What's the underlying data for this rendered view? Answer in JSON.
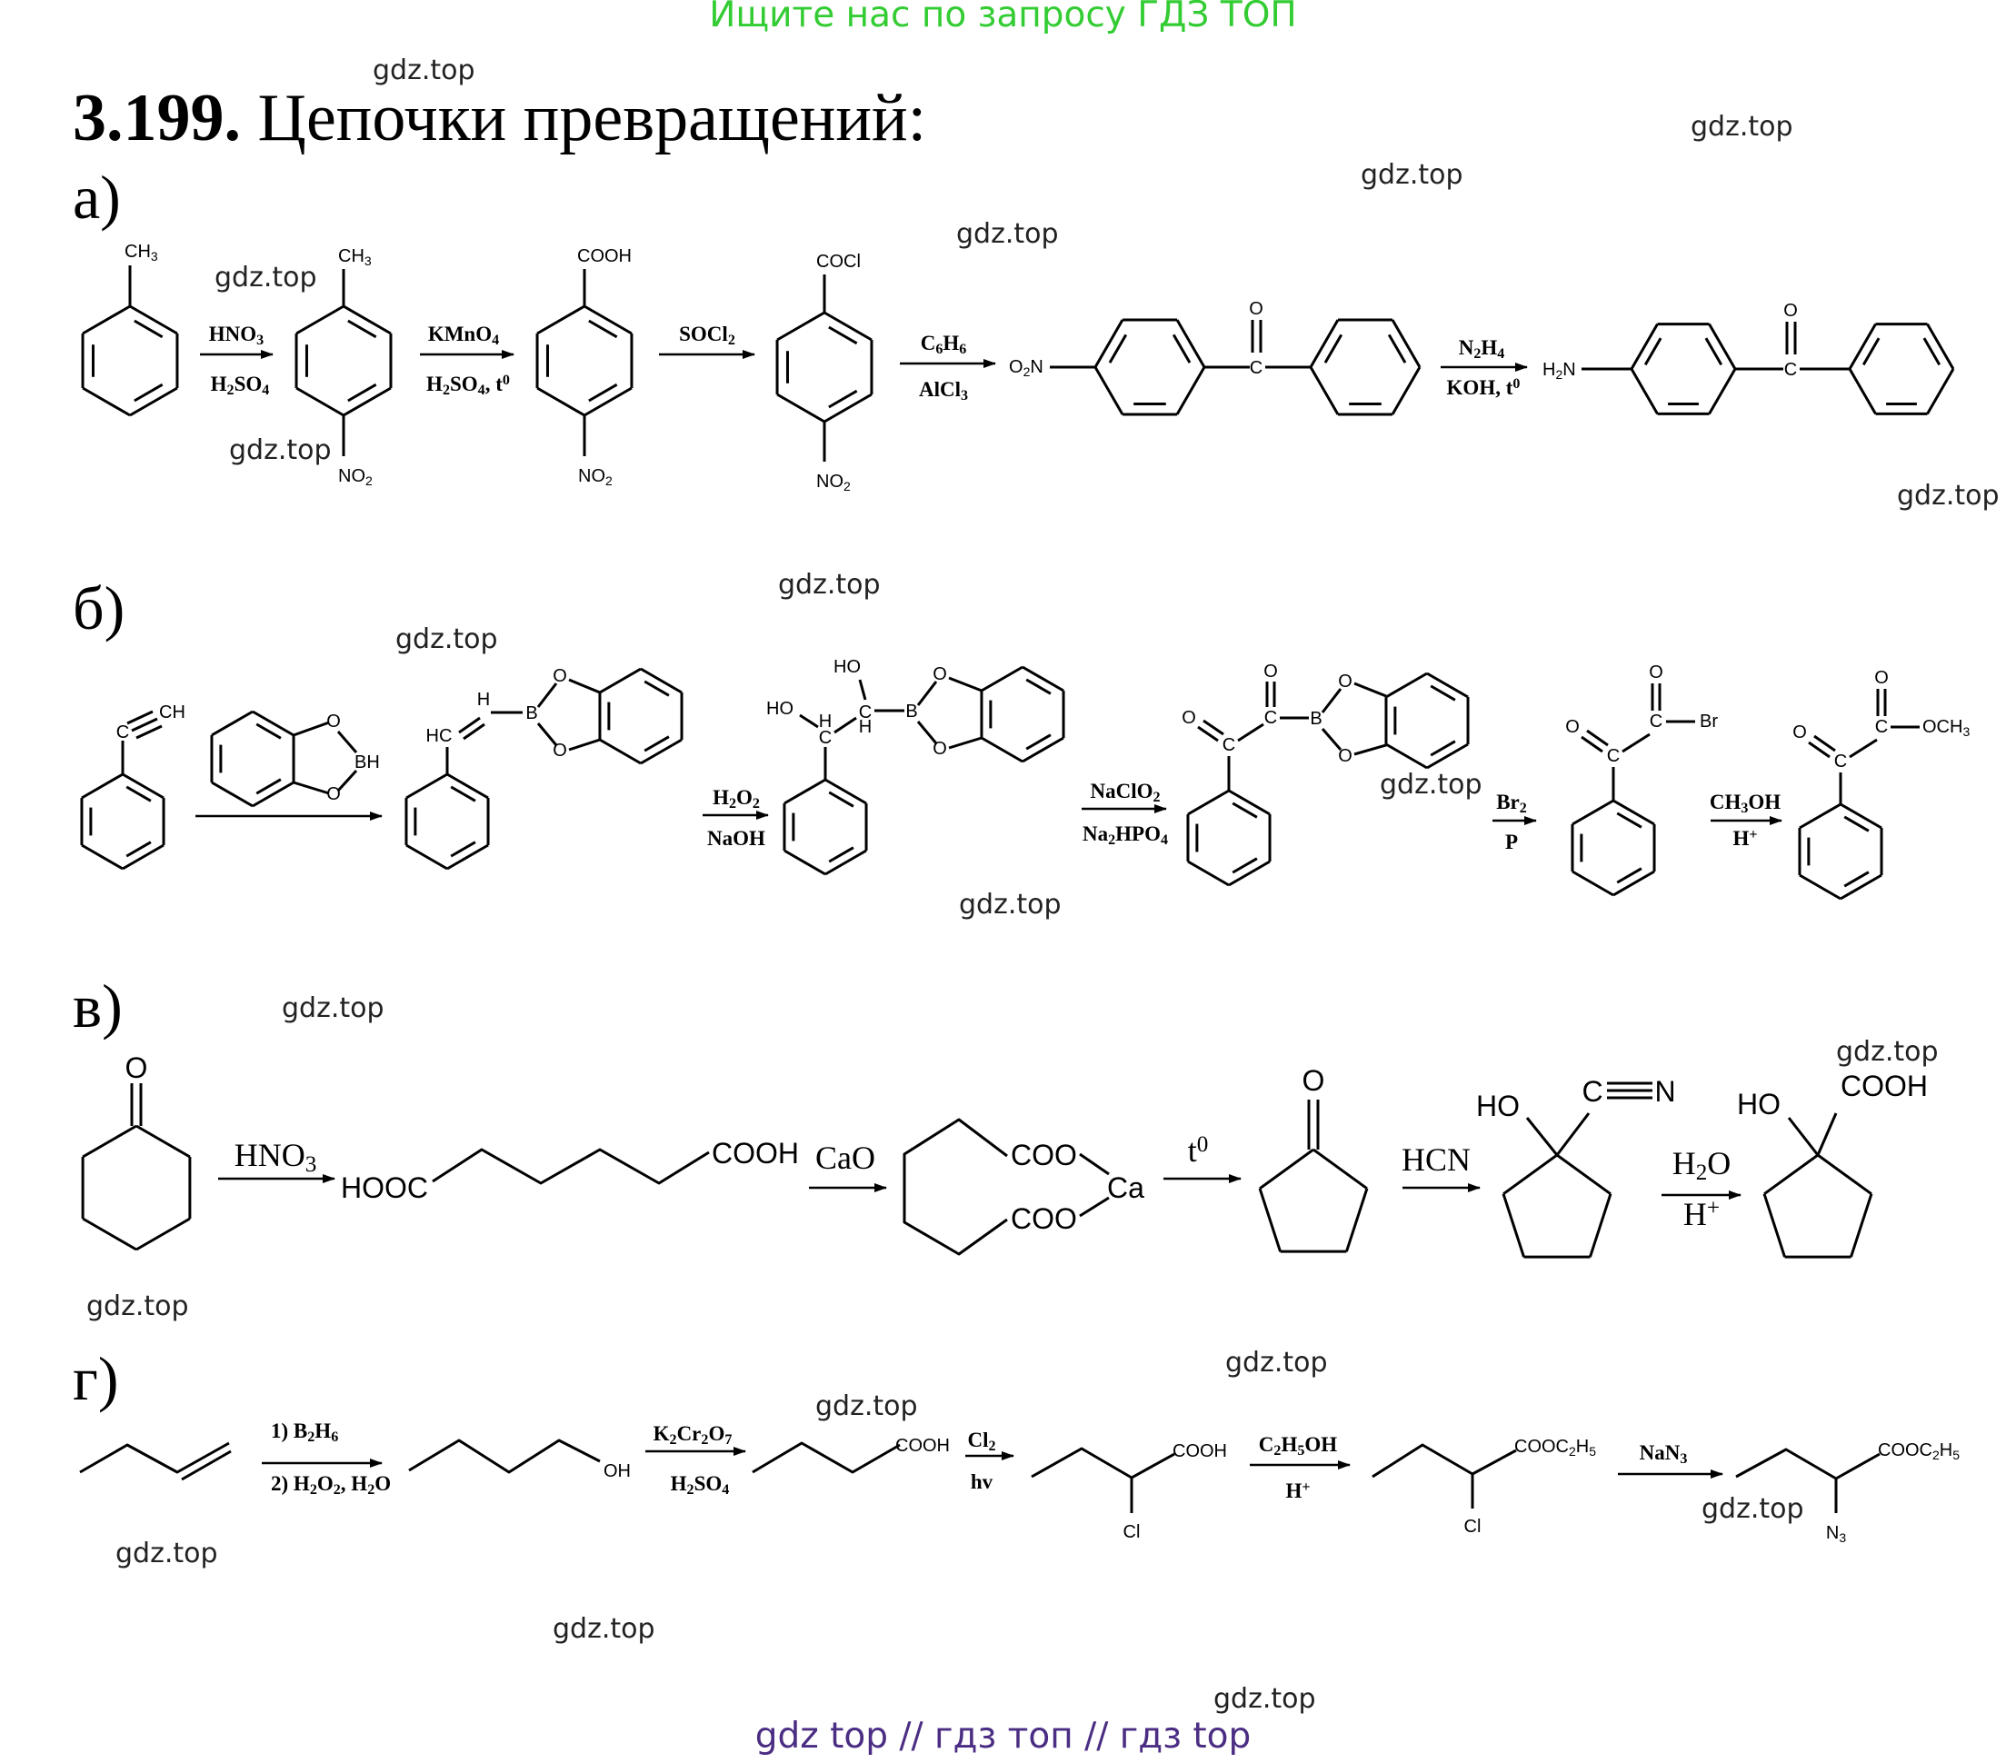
{
  "banner": {
    "top": "Ищите нас по запросу ГДЗ ТОП",
    "top_color": "#33cc33",
    "bottom": "gdz top  //  гдз топ  //  гдз top",
    "bottom_color": "#4b2e83"
  },
  "title": {
    "number": "3.199.",
    "text": "Цепочки превращений:"
  },
  "watermark": "gdz.top",
  "sections": {
    "a": "а)",
    "b": "б)",
    "v": "в)",
    "g": "г)"
  },
  "chain_a": {
    "sub1": "CH3",
    "sub2_top": "CH3",
    "sub2_bottom": "NO2",
    "sub3_top": "COOH",
    "sub3_bottom": "NO2",
    "sub4_top": "COCl",
    "sub4_bottom": "NO2",
    "nitro": "O2N",
    "amine": "H2N",
    "carbonyl_o": "O",
    "carbonyl_c": "C",
    "r1_top": "HNO3",
    "r1_bottom": "H2SO4",
    "r2_top": "KMnO4",
    "r2_bottom": "H2SO4, t0",
    "r3_top": "SOCl2",
    "r4_top": "C6H6",
    "r4_bottom": "AlCl3",
    "r5_top": "N2H4",
    "r5_bottom": "KOH, t0"
  },
  "chain_b": {
    "ch": "CH",
    "c": "C",
    "bh": "BH",
    "b": "B",
    "o": "O",
    "h": "H",
    "hc": "HC",
    "ho": "HO",
    "br": "Br",
    "och3": "OCH3",
    "r1_top": "H2O2",
    "r1_bottom": "NaOH",
    "r2_top": "NaClO2",
    "r2_bottom": "Na2HPO4",
    "r3_top": "Br2",
    "r3_bottom": "P",
    "r4_top": "CH3OH",
    "r4_bottom": "H+"
  },
  "chain_v": {
    "o": "O",
    "hooc": "HOOC",
    "cooh": "COOH",
    "coo": "COO",
    "ca": "Ca",
    "ho": "HO",
    "cn_c": "C",
    "cn_n": "N",
    "r1": "HNO3",
    "r2": "CaO",
    "r3": "t0",
    "r4": "HCN",
    "r5_top": "H2O",
    "r5_bottom": "H+"
  },
  "chain_g": {
    "oh": "OH",
    "cooh": "COOH",
    "cl": "Cl",
    "cooc2h5": "COOC2H5",
    "n3": "N3",
    "r1_top": "1) B2H6",
    "r1_bottom": "2) H2O2, H2O",
    "r2_top": "K2Cr2O7",
    "r2_bottom": "H2SO4",
    "r3_top": "Cl2",
    "r3_bottom": "hv",
    "r4_top": "C2H5OH",
    "r4_bottom": "H+",
    "r5_top": "NaN3"
  }
}
